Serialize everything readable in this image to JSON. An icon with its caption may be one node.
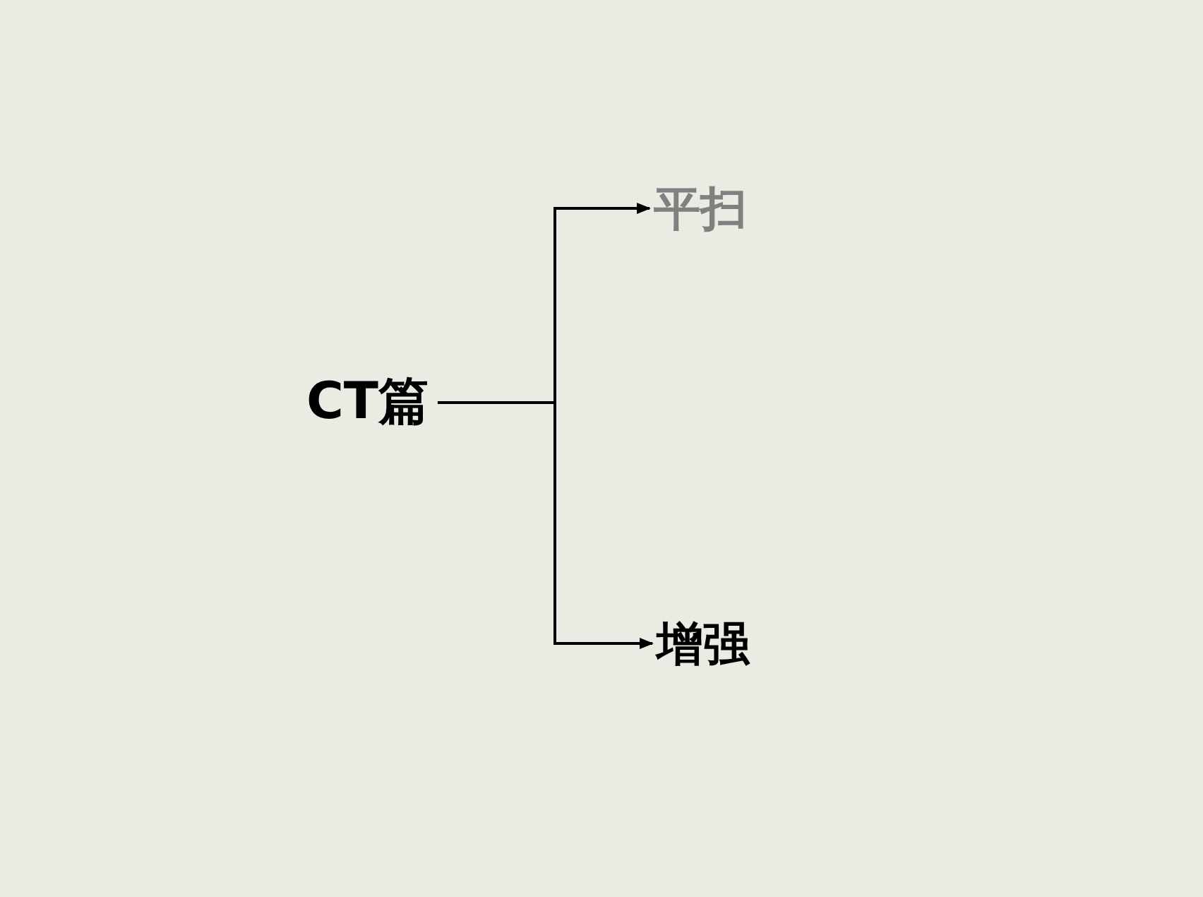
{
  "diagram": {
    "nodes": [
      {
        "text": [
          "CT篇"
        ]
      },
      {
        "text": [
          "平扫"
        ]
      },
      {
        "text": [
          "增强"
        ]
      }
    ],
    "edges": [
      {
        "from": 0,
        "to": 1,
        "arrow": "to"
      },
      {
        "from": 0,
        "to": 2,
        "arrow": "to"
      }
    ]
  }
}
